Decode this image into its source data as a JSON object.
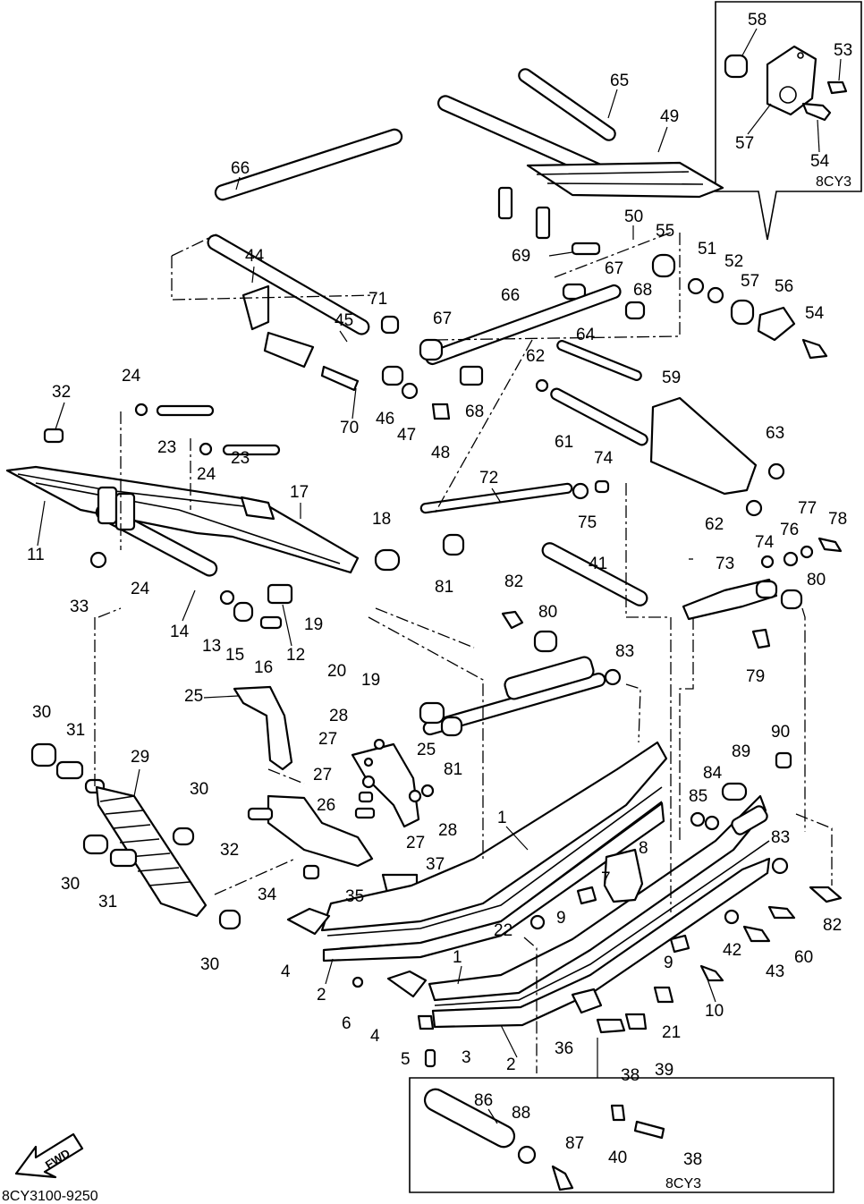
{
  "drawing_code": "8CY3100-9250",
  "inset_labels": {
    "top_right": "8CY3",
    "bottom": "8CY3"
  },
  "direction_arrow": "FWD",
  "callouts": {
    "c1a": "1",
    "c1b": "1",
    "c2a": "2",
    "c2b": "2",
    "c3": "3",
    "c4a": "4",
    "c4b": "4",
    "c5": "5",
    "c6": "6",
    "c7": "7",
    "c8": "8",
    "c9a": "9",
    "c9b": "9",
    "c10": "10",
    "c11": "11",
    "c12": "12",
    "c13": "13",
    "c14": "14",
    "c15": "15",
    "c16": "16",
    "c17": "17",
    "c18": "18",
    "c19a": "19",
    "c19b": "19",
    "c20": "20",
    "c21": "21",
    "c22": "22",
    "c23a": "23",
    "c23b": "23",
    "c24a": "24",
    "c24b": "24",
    "c24c": "24",
    "c25a": "25",
    "c25b": "25",
    "c26": "26",
    "c27a": "27",
    "c27b": "27",
    "c27c": "27",
    "c28a": "28",
    "c28b": "28",
    "c29": "29",
    "c30a": "30",
    "c30b": "30",
    "c30c": "30",
    "c30d": "30",
    "c31a": "31",
    "c31b": "31",
    "c32a": "32",
    "c32b": "32",
    "c33": "33",
    "c34": "34",
    "c35": "35",
    "c36": "36",
    "c37": "37",
    "c38a": "38",
    "c38b": "38",
    "c39": "39",
    "c40": "40",
    "c41": "41",
    "c42": "42",
    "c43": "43",
    "c44": "44",
    "c45": "45",
    "c46": "46",
    "c47": "47",
    "c48": "48",
    "c49": "49",
    "c50": "50",
    "c51": "51",
    "c52": "52",
    "c53": "53",
    "c54a": "54",
    "c54b": "54",
    "c55": "55",
    "c56": "56",
    "c57a": "57",
    "c57b": "57",
    "c58": "58",
    "c59": "59",
    "c60": "60",
    "c61": "61",
    "c62a": "62",
    "c62b": "62",
    "c63": "63",
    "c64": "64",
    "c65": "65",
    "c66a": "66",
    "c66b": "66",
    "c67a": "67",
    "c67b": "67",
    "c68a": "68",
    "c68b": "68",
    "c69": "69",
    "c70": "70",
    "c71": "71",
    "c72": "72",
    "c73": "73",
    "c74a": "74",
    "c74b": "74",
    "c75": "75",
    "c76": "76",
    "c77": "77",
    "c78": "78",
    "c79": "79",
    "c80a": "80",
    "c80b": "80",
    "c81a": "81",
    "c81b": "81",
    "c82a": "82",
    "c82b": "82",
    "c83a": "83",
    "c83b": "83",
    "c84": "84",
    "c85": "85",
    "c86": "86",
    "c87": "87",
    "c88": "88",
    "c89": "89",
    "c90": "90"
  }
}
